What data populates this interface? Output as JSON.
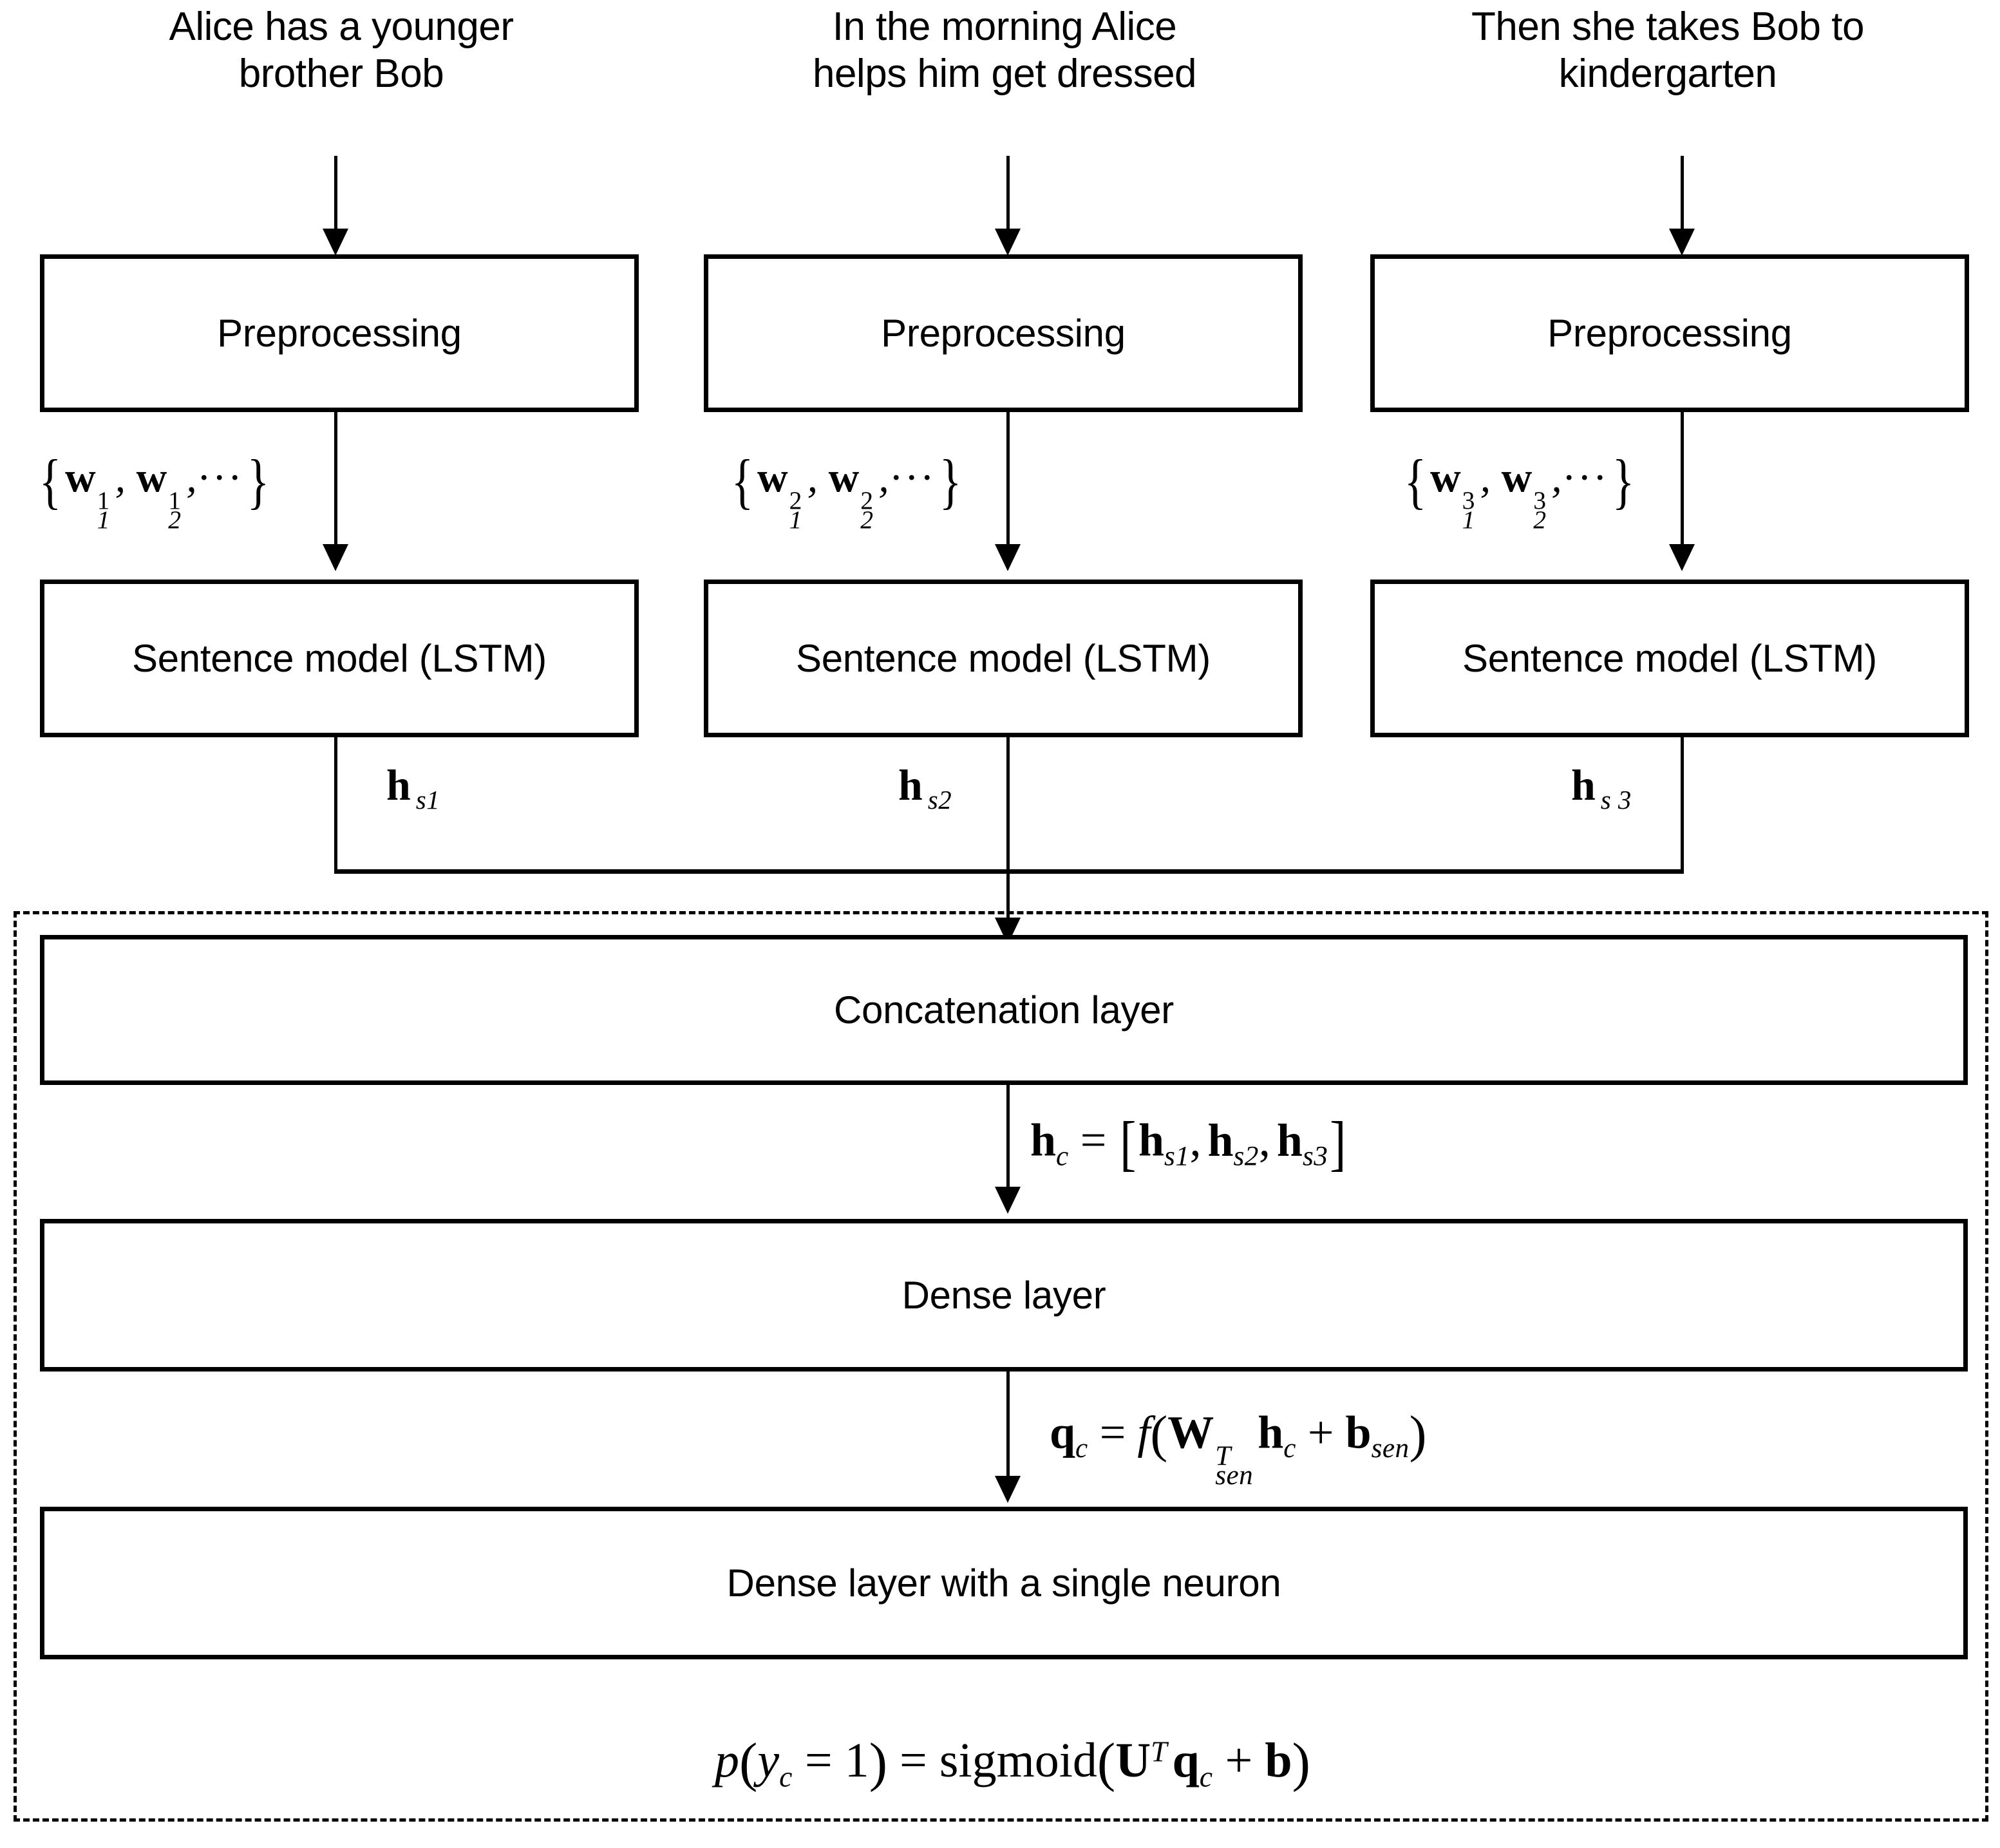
{
  "diagram": {
    "title": "Hierarchical sentence-pair LSTM classification architecture",
    "colors": {
      "line": "#000000",
      "box_fill": "#ffffff",
      "background": "#ffffff"
    },
    "columns": [
      {
        "index": 1,
        "sentence_line1": "Alice has a younger",
        "sentence_line2": "brother Bob",
        "preprocessing_label": "Preprocessing",
        "sentence_model_label": "Sentence model (LSTM)",
        "word_vectors_label": "{w₁¹, w₂¹, ...}",
        "word_vectors_parts": {
          "open": "{",
          "v1": "w",
          "v1_sup": "1",
          "v1_sub": "1",
          "comma1": ", ",
          "v2": "w",
          "v2_sup": "1",
          "v2_sub": "2",
          "comma2": ",",
          "ellipsis": "···",
          "close": "}"
        },
        "hidden_state_label": "h",
        "hidden_state_sub": "s1"
      },
      {
        "index": 2,
        "sentence_line1": "In the morning Alice",
        "sentence_line2": "helps him get dressed",
        "preprocessing_label": "Preprocessing",
        "sentence_model_label": "Sentence model (LSTM)",
        "word_vectors_label": "{w₁², w₂², ...}",
        "word_vectors_parts": {
          "open": "{",
          "v1": "w",
          "v1_sup": "2",
          "v1_sub": "1",
          "comma1": ", ",
          "v2": "w",
          "v2_sup": "2",
          "v2_sub": "2",
          "comma2": ",",
          "ellipsis": "···",
          "close": "}"
        },
        "hidden_state_label": "h",
        "hidden_state_sub": "s2"
      },
      {
        "index": 3,
        "sentence_line1": "Then she takes Bob to",
        "sentence_line2": "kindergarten",
        "preprocessing_label": "Preprocessing",
        "sentence_model_label": "Sentence model (LSTM)",
        "word_vectors_label": "{w₁³, w₂³, ...}",
        "word_vectors_parts": {
          "open": "{",
          "v1": "w",
          "v1_sup": "3",
          "v1_sub": "1",
          "comma1": ", ",
          "v2": "w",
          "v2_sup": "3",
          "v2_sub": "2",
          "comma2": ",",
          "ellipsis": "···",
          "close": "}"
        },
        "hidden_state_label": "h",
        "hidden_state_sub": "s 3"
      }
    ],
    "combined": {
      "concatenation_label": "Concatenation layer",
      "dense_label": "Dense layer",
      "output_dense_label": "Dense layer with a single neuron",
      "concat_formula": {
        "lhs": "h",
        "lhs_sub": "c",
        "eq": " = ",
        "open": "[",
        "t1": "h",
        "t1_sub": "s1",
        "c1": ",",
        "t2": "h",
        "t2_sub": "s2",
        "c2": ",",
        "t3": "h",
        "t3_sub": "s3",
        "close": "]",
        "plain": "h_c = [h_s1, h_s2, h_s3]"
      },
      "dense_formula": {
        "lhs": "q",
        "lhs_sub": "c",
        "eq": " = ",
        "fn": "f",
        "open": "(",
        "w": "W",
        "w_sup": "T",
        "w_sub": "sen",
        "h": "h",
        "h_sub": "c",
        "plus": " + ",
        "b": "b",
        "b_sub": "sen",
        "close": ")",
        "plain": "q_c = f(W^T_sen h_c + b_sen)"
      },
      "output_formula": {
        "p": "p",
        "open1": "(",
        "y": "y",
        "y_sub": "c",
        "eq1": " = ",
        "one": "1",
        "close1": ")",
        "eq2": " = ",
        "fn": "sigmoid",
        "open2": "(",
        "u": "U",
        "u_sup": "T",
        "q": "q",
        "q_sub": "c",
        "plus": " + ",
        "b": "b",
        "close2": ")",
        "plain": "p(y_c = 1) = sigmoid(U^T q_c + b)"
      }
    }
  }
}
